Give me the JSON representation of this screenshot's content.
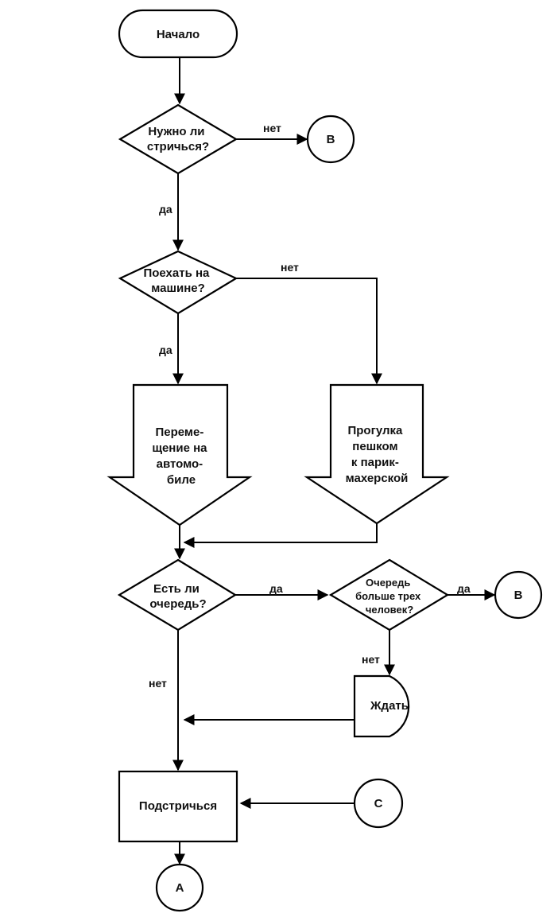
{
  "nodes": {
    "start": "Начало",
    "q_haircut": [
      "Нужно ли",
      "стричься?"
    ],
    "q_car": [
      "Поехать на",
      "машине?"
    ],
    "move_car": [
      "Переме-",
      "щение на",
      "автомо-",
      "биле"
    ],
    "walk": [
      "Прогулка",
      "пешком",
      "к парик-",
      "махерской"
    ],
    "q_queue": [
      "Есть ли",
      "очередь?"
    ],
    "q_queue_big": [
      "Очередь",
      "больше трех",
      "человек?"
    ],
    "wait": "Ждать",
    "haircut": "Подстричься",
    "conn_b_top": "В",
    "conn_b_mid": "В",
    "conn_c": "С",
    "conn_a": "А"
  },
  "edges": {
    "haircut_no": "нет",
    "haircut_yes": "да",
    "car_no": "нет",
    "car_yes": "да",
    "queue_yes": "да",
    "queue_big_yes": "да",
    "queue_big_no": "нет",
    "queue_no": "нет"
  }
}
